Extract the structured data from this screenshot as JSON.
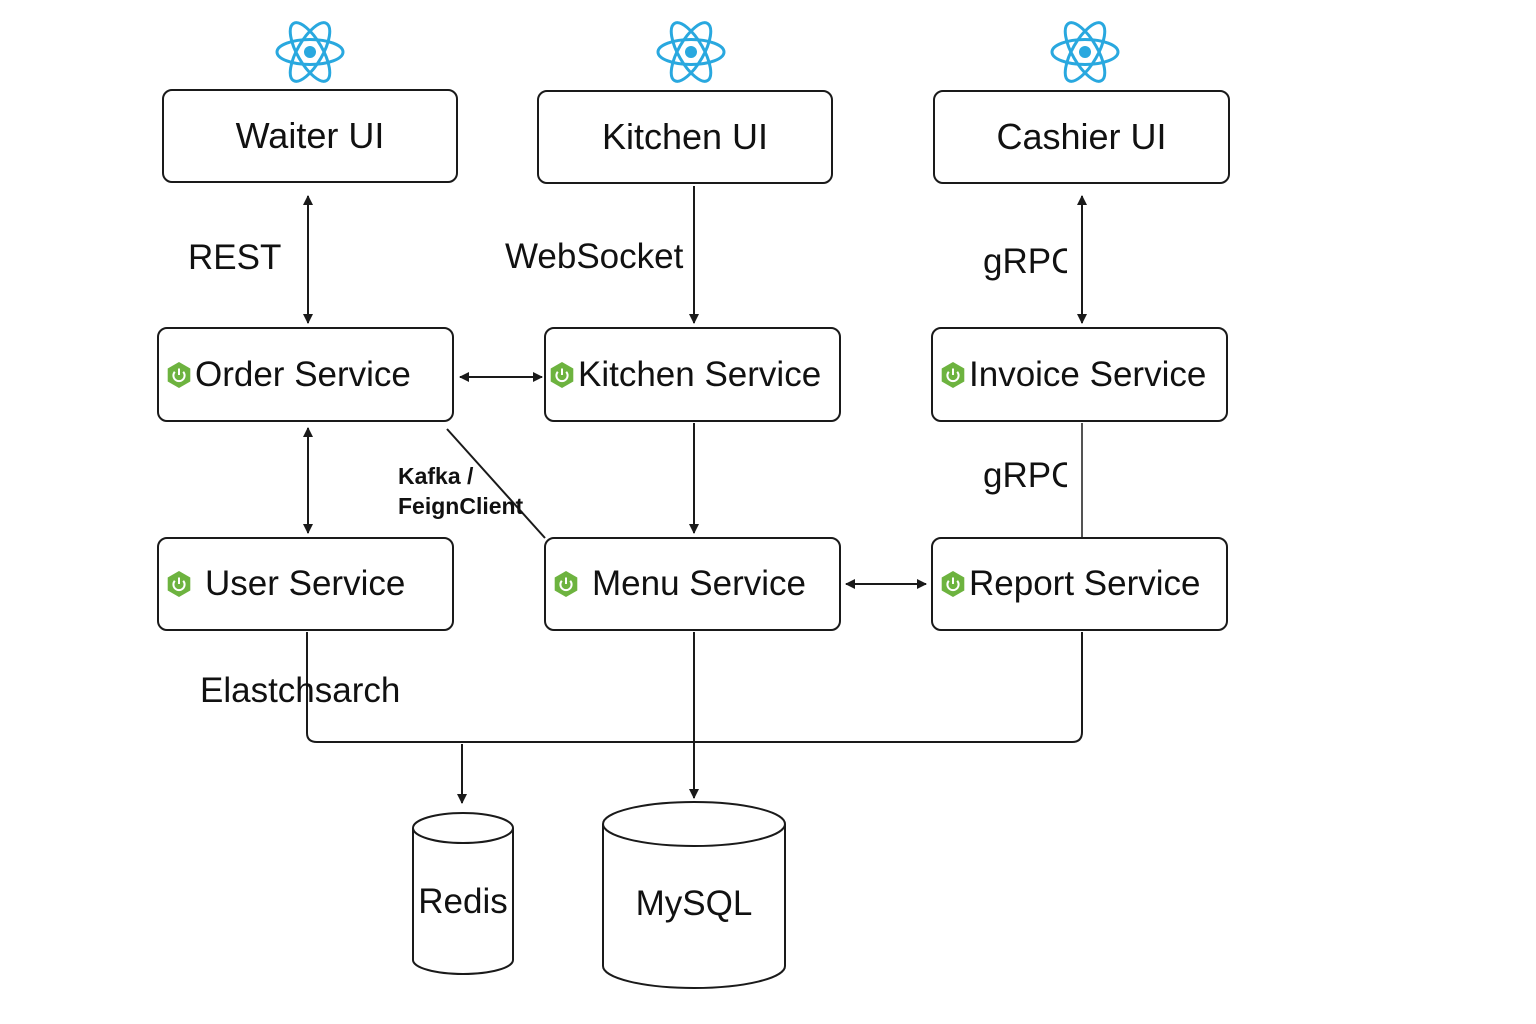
{
  "ui": {
    "waiter": "Waiter UI",
    "kitchen": "Kitchen UI",
    "cashier": "Cashier UI"
  },
  "services": {
    "order": "Order Service",
    "kitchen": "Kitchen Service",
    "invoice": "Invoice Service",
    "user": "User Service",
    "menu": "Menu Service",
    "report": "Report Service"
  },
  "edges": {
    "rest": "REST",
    "websocket": "WebSocket",
    "grpc_top": "gRPC",
    "grpc_mid": "gRPC",
    "kafka_line1": "Kafka /",
    "kafka_line2": "FeignClient",
    "elasticsearch": "Elastchsarch"
  },
  "datastores": {
    "redis": "Redis",
    "mysql": "MySQL"
  },
  "icons": {
    "ui_icon": "react-icon",
    "service_icon": "spring-boot-icon"
  },
  "colors": {
    "react": "#29a8df",
    "spring": "#6db33f",
    "line": "#1a1a1a"
  }
}
